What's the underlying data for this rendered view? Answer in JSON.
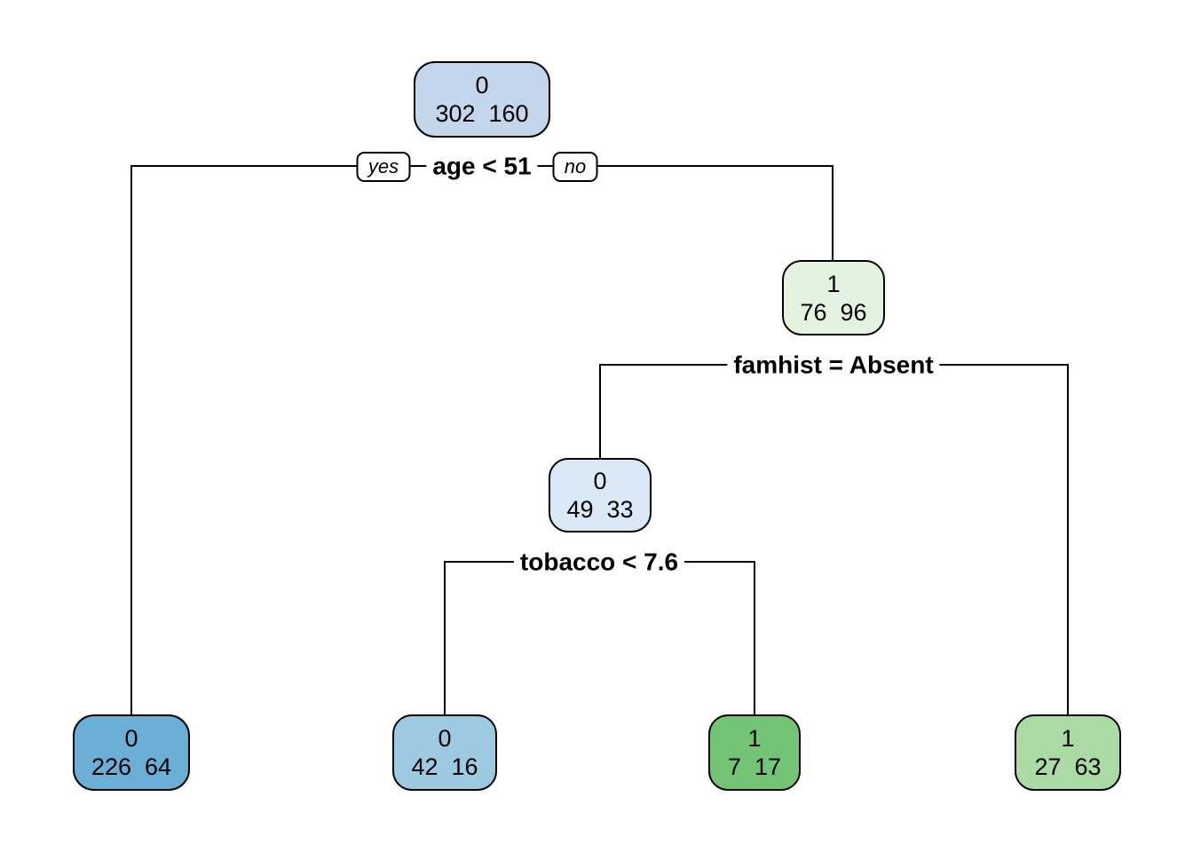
{
  "canvas": {
    "background": "#FFFFFF",
    "line_color": "#000000"
  },
  "tree": {
    "branch_labels": {
      "yes": "yes",
      "no": "no"
    },
    "splits": [
      {
        "label": "age < 51"
      },
      {
        "label": "famhist = Absent"
      },
      {
        "label": "tobacco < 7.6"
      }
    ],
    "nodes": [
      {
        "name": "root",
        "class_label": "0",
        "counts": "302  160",
        "fill": "#C3D6EB"
      },
      {
        "name": "node-age-no",
        "class_label": "1",
        "counts": "76  96",
        "fill": "#E4F3DF"
      },
      {
        "name": "node-famhist-yes",
        "class_label": "0",
        "counts": "49  33",
        "fill": "#DBE9F6"
      },
      {
        "name": "leaf-age-yes",
        "class_label": "0",
        "counts": "226  64",
        "fill": "#6BAED6"
      },
      {
        "name": "leaf-tobacco-yes",
        "class_label": "0",
        "counts": "42  16",
        "fill": "#9ECAE1"
      },
      {
        "name": "leaf-tobacco-no",
        "class_label": "1",
        "counts": "7  17",
        "fill": "#74C476"
      },
      {
        "name": "leaf-famhist-no",
        "class_label": "1",
        "counts": "27  63",
        "fill": "#ABDBA4"
      }
    ]
  }
}
